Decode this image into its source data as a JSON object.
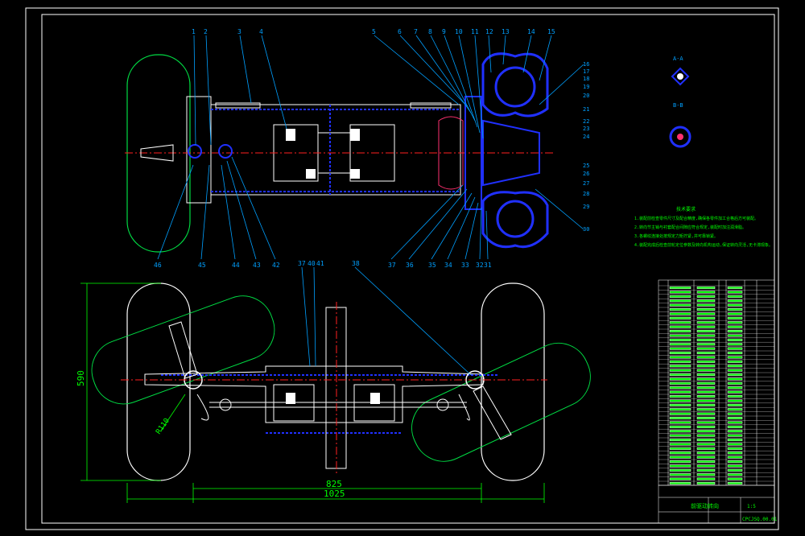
{
  "drawing": {
    "colors": {
      "background": "#000000",
      "frame": "#ffffff",
      "outline": "#ffffff",
      "leader": "#00a0ff",
      "callout": "#00ff66",
      "part_blue": "#2030ff",
      "hatch": "#ff3070",
      "center_line": "#ff2020",
      "wheel_outline": "#00dd44",
      "notes_text": "#00ff00",
      "dimension": "#00ff00"
    },
    "top_callouts": [
      "1",
      "2",
      "3",
      "4",
      "5",
      "6",
      "7",
      "8",
      "9",
      "10",
      "11",
      "12",
      "13",
      "14",
      "15"
    ],
    "right_callouts": [
      "16",
      "17",
      "18",
      "19",
      "20",
      "21",
      "22",
      "23",
      "24",
      "25",
      "26",
      "27",
      "28",
      "29",
      "30"
    ],
    "bottom_callouts": [
      "46",
      "45",
      "44",
      "43",
      "42",
      "37",
      "36",
      "35",
      "34",
      "33",
      "32",
      "31"
    ],
    "plan_callouts": [
      "37",
      "40",
      "41",
      "38"
    ],
    "section_labels": {
      "a": "A-A",
      "b": "B-B"
    },
    "dimensions": {
      "width_inner": "825",
      "width_outer": "1025",
      "height": "590",
      "radius": "R110"
    },
    "notes_title": "技术要求",
    "notes": [
      "1.装配前检查零件尺寸及配合精度,确保各零件加工合格后方可装配。",
      "2.转向节主销与衬套配合间隙应符合规定,装配时加注润滑脂。",
      "3.各螺纹连接处按规定力矩拧紧,并可靠锁紧。",
      "4.装配完成后检查前轮定位参数及转向机构运动,保证转向灵活,无卡滞现象。"
    ],
    "title_block": {
      "title": "前驱动转向",
      "drawing_number": "CPCJSQ.00.01",
      "scale_label": "1:5"
    }
  }
}
